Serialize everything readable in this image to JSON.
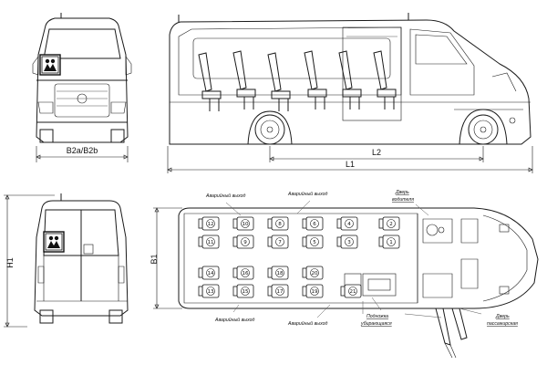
{
  "dimensions": {
    "width_front": "B2a/B2b",
    "height": "H1",
    "width_plan": "B1",
    "length_l1": "L1",
    "length_l2": "L2"
  },
  "labels": {
    "emergency_exit": "Аварийный выход",
    "driver_door_1": "Дверь",
    "driver_door_2": "водителя",
    "step_1": "Подножка",
    "step_2": "убирающаяся",
    "passenger_door_1": "Дверь",
    "passenger_door_2": "пассажирская"
  },
  "seats": {
    "row_top": [
      "12",
      "10",
      "8",
      "6",
      "4",
      "2"
    ],
    "row_second": [
      "11",
      "9",
      "7",
      "5",
      "3",
      "1"
    ],
    "row_third": [
      "14",
      "16",
      "18",
      "20"
    ],
    "row_bottom": [
      "13",
      "15",
      "17",
      "19",
      "21"
    ]
  },
  "colors": {
    "line": "#1a1a1a",
    "background": "#ffffff"
  }
}
